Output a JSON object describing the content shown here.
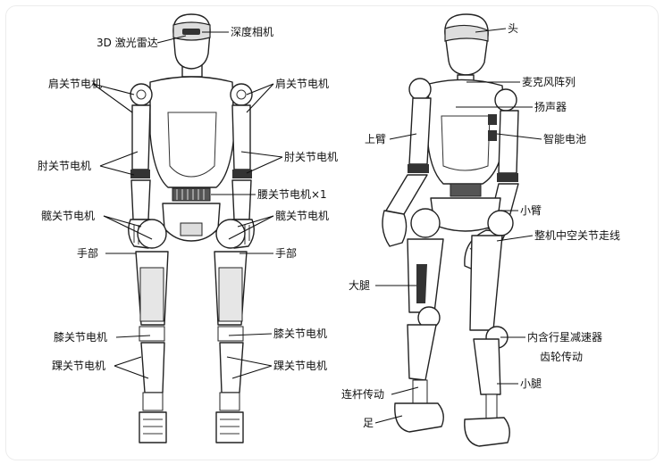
{
  "labels": {
    "depth_camera": "深度相机",
    "lidar": "3D 激光雷达",
    "shoulder_left": "肩关节电机",
    "shoulder_right": "肩关节电机",
    "elbow_left": "肘关节电机",
    "elbow_right": "肘关节电机",
    "waist": "腰关节电机×1",
    "hip_left": "髋关节电机",
    "hip_right": "髋关节电机",
    "hand_left": "手部",
    "hand_right": "手部",
    "knee_left": "膝关节电机",
    "knee_right": "膝关节电机",
    "ankle_left": "踝关节电机",
    "ankle_right": "踝关节电机",
    "head": "头",
    "mic_array": "麦克风阵列",
    "speaker": "扬声器",
    "upper_arm": "上臂",
    "smart_battery": "智能电池",
    "forearm": "小臂",
    "hollow_joint": "整机中空关节走线",
    "thigh": "大腿",
    "planetary": "内含行星减速器",
    "gear_drive": "齿轮传动",
    "shank": "小腿",
    "linkage": "连杆传动",
    "foot": "足"
  }
}
